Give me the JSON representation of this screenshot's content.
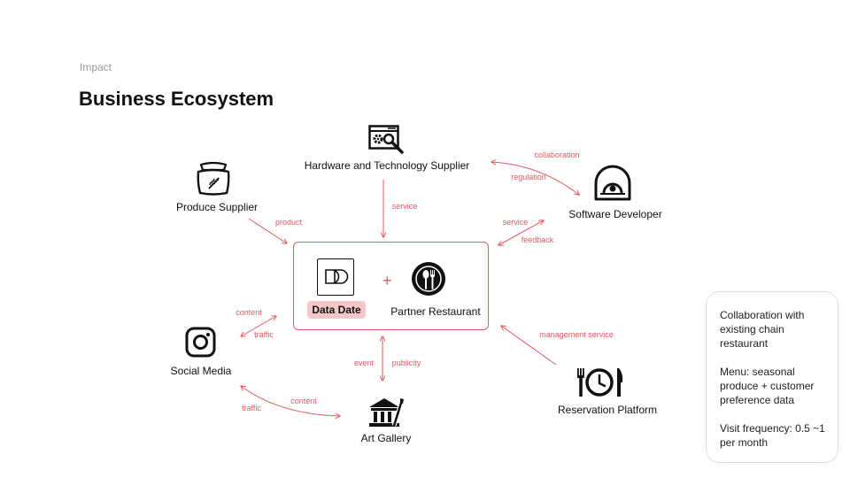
{
  "header": {
    "eyebrow": "Impact",
    "title": "Business Ecosystem"
  },
  "colors": {
    "accent": "#e0595f",
    "badge": "#f6c7c7",
    "text": "#111111"
  },
  "nodes": {
    "hardware": {
      "label": "Hardware and Technology Supplier",
      "icon": "monitor-gear-search-icon"
    },
    "produce": {
      "label": "Produce Supplier",
      "icon": "grain-sack-icon"
    },
    "software": {
      "label": "Software Developer",
      "icon": "gauge-dome-icon"
    },
    "social": {
      "label": "Social Media",
      "icon": "instagram-icon"
    },
    "gallery": {
      "label": "Art Gallery",
      "icon": "museum-brush-icon"
    },
    "reservation": {
      "label": "Reservation Platform",
      "icon": "fork-clock-knife-icon"
    },
    "datadate": {
      "label": "Data Date",
      "icon": "data-date-logo-icon"
    },
    "plus": "+",
    "restaurant": {
      "label": "Partner Restaurant",
      "icon": "plate-spoon-fork-icon"
    }
  },
  "edges": {
    "collaboration": "collaboration",
    "regulation": "regulation",
    "service_hw": "service",
    "product": "product",
    "service_sw": "service",
    "feedback": "feedback",
    "content_social": "content",
    "traffic_social": "traffic",
    "management": "management service",
    "event": "event",
    "publicity": "publicity",
    "content_gallery": "content",
    "traffic_gallery": "traffic"
  },
  "note": {
    "p1": "Collaboration  with existing chain restaurant",
    "p2": "Menu: seasonal produce + customer preference data",
    "p3": "Visit frequency: 0.5 ~1 per month"
  }
}
